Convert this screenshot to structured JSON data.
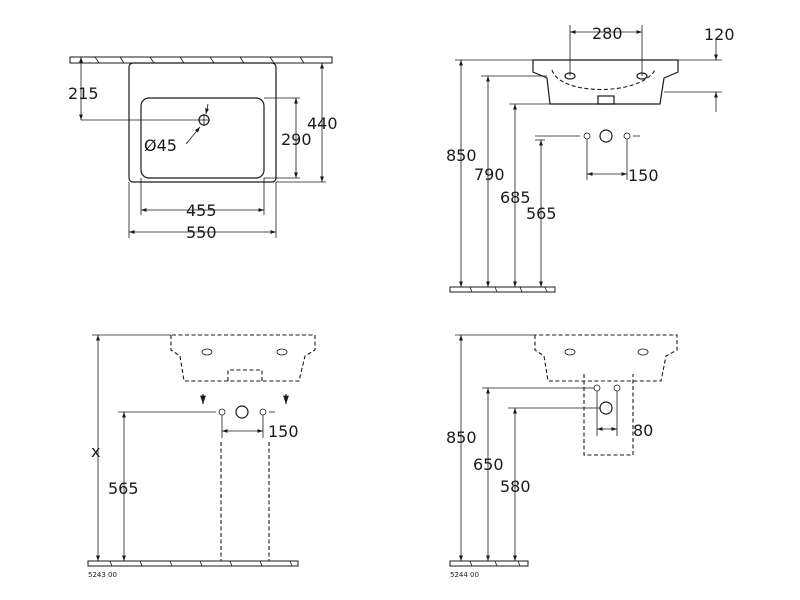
{
  "top_view": {
    "depth_overall": "440",
    "depth_bowl": "290",
    "tap_offset": "215",
    "tap_hole": "Ø45",
    "width_bowl": "455",
    "width_overall": "550"
  },
  "side_view": {
    "height_rim": "850",
    "height_underside": "790",
    "height_outlet": "685",
    "height_supply": "565",
    "overflow_spacing": "280",
    "rim_height": "120",
    "supply_spacing": "150"
  },
  "pedestal_view": {
    "height_variable": "x",
    "height_supply": "565",
    "supply_spacing": "150",
    "product_code": "5243 00"
  },
  "semi_pedestal_view": {
    "height_rim": "850",
    "height_outlet": "650",
    "height_supply": "580",
    "supply_spacing": "80",
    "product_code": "5244 00"
  }
}
